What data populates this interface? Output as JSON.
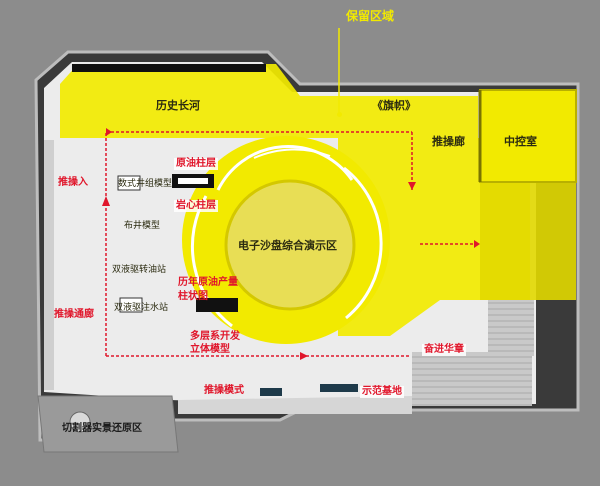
{
  "labels": {
    "hall": "历史长河",
    "flag": "《旗帜》",
    "gallery": "推操廊",
    "control": "中控室",
    "entrance": "推操入",
    "wellpad": "数式井组模型",
    "wellpad2": "布井模型",
    "station1": "双液驱转油站",
    "station2": "双液驱注水站",
    "oilcore": "原油柱层",
    "coreclass": "岩心柱层",
    "sandtable": "电子沙盘综合演示区",
    "production_line1": "历年原油产量",
    "production_line2": "柱状图",
    "multilayer_line1": "多层系开发",
    "multilayer_line2": "立体模型",
    "channel": "推操通廊",
    "progress": "奋进华章",
    "mode": "推操模式",
    "demo_base": "示范基地",
    "restore": "切割器实景还原区",
    "retain": "保留区域"
  },
  "colors": {
    "floor": "#eeeeee",
    "highlight": "#f2ea00",
    "route": "#e0162b",
    "outer_bg": "#8c8c8c"
  }
}
